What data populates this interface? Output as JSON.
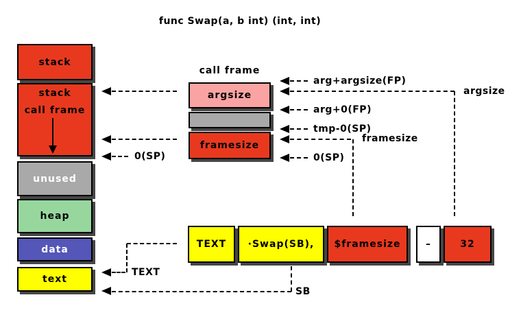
{
  "title": "func Swap(a, b int) (int, int)",
  "memory_map": {
    "items": [
      {
        "label": "stack"
      },
      {
        "label": "stack",
        "sublabel": "call frame"
      },
      {
        "label": "unused"
      },
      {
        "label": "heap"
      },
      {
        "label": "data"
      },
      {
        "label": "text"
      }
    ]
  },
  "call_frame": {
    "title": "call frame",
    "boxes": [
      {
        "label": "argsize"
      },
      {
        "label": ""
      },
      {
        "label": "framesize"
      }
    ]
  },
  "annotations": {
    "arg_argsize_fp": "arg+argsize(FP)",
    "argsize": "argsize",
    "arg_0_fp": "arg+0(FP)",
    "tmp_0_sp": "tmp-0(SP)",
    "framesize": "framesize",
    "zero_sp_right": "0(SP)",
    "zero_sp_left": "0(SP)",
    "text_ptr": "TEXT",
    "sb_ptr": "SB"
  },
  "instruction": {
    "cells": [
      {
        "text": "TEXT"
      },
      {
        "text": "·Swap(SB),"
      },
      {
        "text": "$framesize"
      },
      {
        "text": "–"
      },
      {
        "text": "32"
      }
    ]
  },
  "colors": {
    "red": "#e8391f",
    "pink": "#f9a4a2",
    "gray": "#a9a9a9",
    "green": "#97d79e",
    "blue": "#5456b8",
    "yellow": "#ffff00",
    "shadow": "#464646"
  }
}
